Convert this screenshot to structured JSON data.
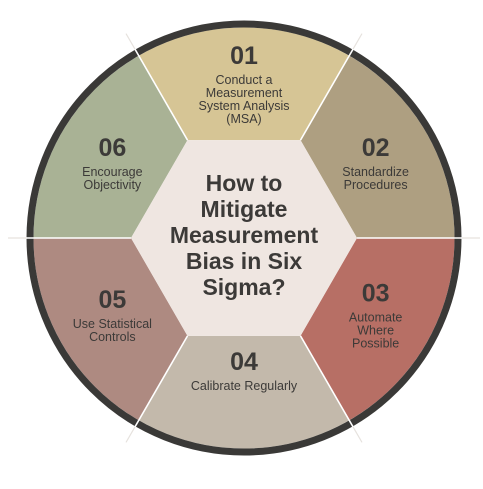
{
  "title": {
    "lines": [
      "How to",
      "Mitigate",
      "Measurement",
      "Bias in Six",
      "Sigma?"
    ]
  },
  "segments": [
    {
      "number": "01",
      "lines": [
        "Conduct a",
        "Measurement",
        "System Analysis",
        "(MSA)"
      ],
      "color": "#d6c595"
    },
    {
      "number": "02",
      "lines": [
        "Standardize",
        "Procedures"
      ],
      "color": "#ae9f81"
    },
    {
      "number": "03",
      "lines": [
        "Automate",
        "Where",
        "Possible"
      ],
      "color": "#b76f65"
    },
    {
      "number": "04",
      "lines": [
        "Calibrate Regularly"
      ],
      "color": "#c3b9ab"
    },
    {
      "number": "05",
      "lines": [
        "Use Statistical",
        "Controls"
      ],
      "color": "#ae8a81"
    },
    {
      "number": "06",
      "lines": [
        "Encourage",
        "Objectivity"
      ],
      "color": "#a9b295"
    }
  ],
  "colors": {
    "ring": "#3a3937",
    "center": "#efe6e1",
    "divider": "#ffffff",
    "text": "#3c3a38"
  }
}
